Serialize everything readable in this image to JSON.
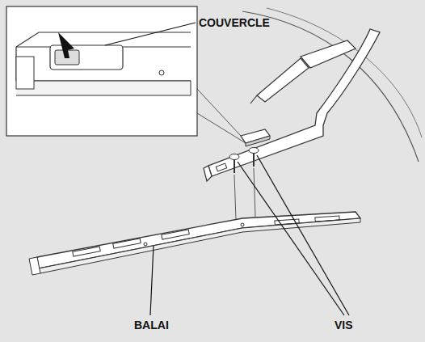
{
  "diagram": {
    "labels": [
      "COUVERCLE",
      "VIS",
      "BALAI"
    ]
  }
}
